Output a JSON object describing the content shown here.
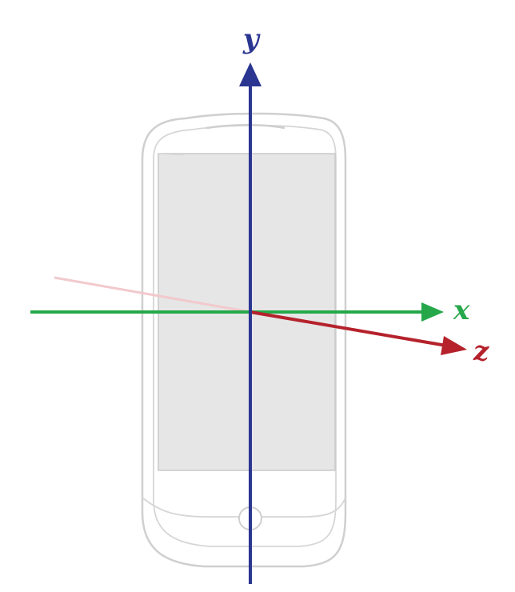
{
  "diagram": {
    "axes": {
      "y": {
        "label": "y",
        "color": "#2a3691"
      },
      "x": {
        "label": "x",
        "color": "#26a84a"
      },
      "z": {
        "label": "z",
        "color": "#b5222c",
        "hidden_color": "#f2c9cc"
      }
    },
    "phone": {
      "outline_color": "#cfcfcf",
      "screen_color": "#e6e6e6"
    }
  }
}
